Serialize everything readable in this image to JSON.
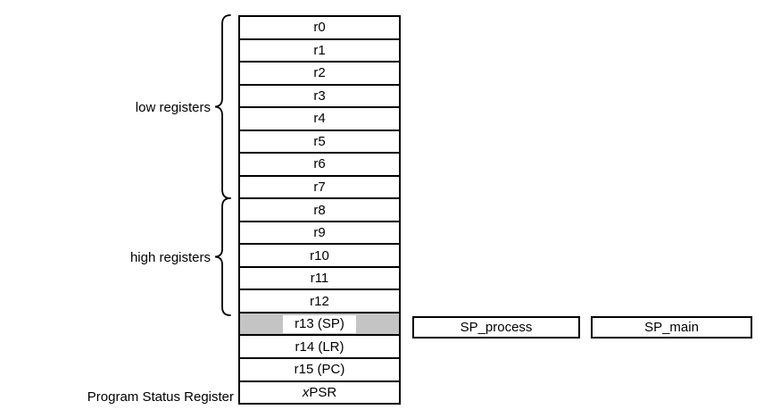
{
  "group_labels": {
    "low": "low registers",
    "high": "high registers"
  },
  "psr_label": "Program Status Register",
  "registers": [
    {
      "label": "r0"
    },
    {
      "label": "r1"
    },
    {
      "label": "r2"
    },
    {
      "label": "r3"
    },
    {
      "label": "r4"
    },
    {
      "label": "r5"
    },
    {
      "label": "r6"
    },
    {
      "label": "r7"
    },
    {
      "label": "r8"
    },
    {
      "label": "r9"
    },
    {
      "label": "r10"
    },
    {
      "label": "r11"
    },
    {
      "label": "r12"
    },
    {
      "label": "r13 (SP)",
      "highlighted": true
    },
    {
      "label": "r14 (LR)"
    },
    {
      "label": "r15 (PC)"
    }
  ],
  "xpsr": {
    "prefix": "x",
    "rest": "PSR"
  },
  "side_boxes": [
    {
      "label": "SP_process"
    },
    {
      "label": "SP_main"
    }
  ],
  "colors": {
    "highlight_fill": "#c4c4c4",
    "line": "#000000",
    "background": "#ffffff"
  }
}
